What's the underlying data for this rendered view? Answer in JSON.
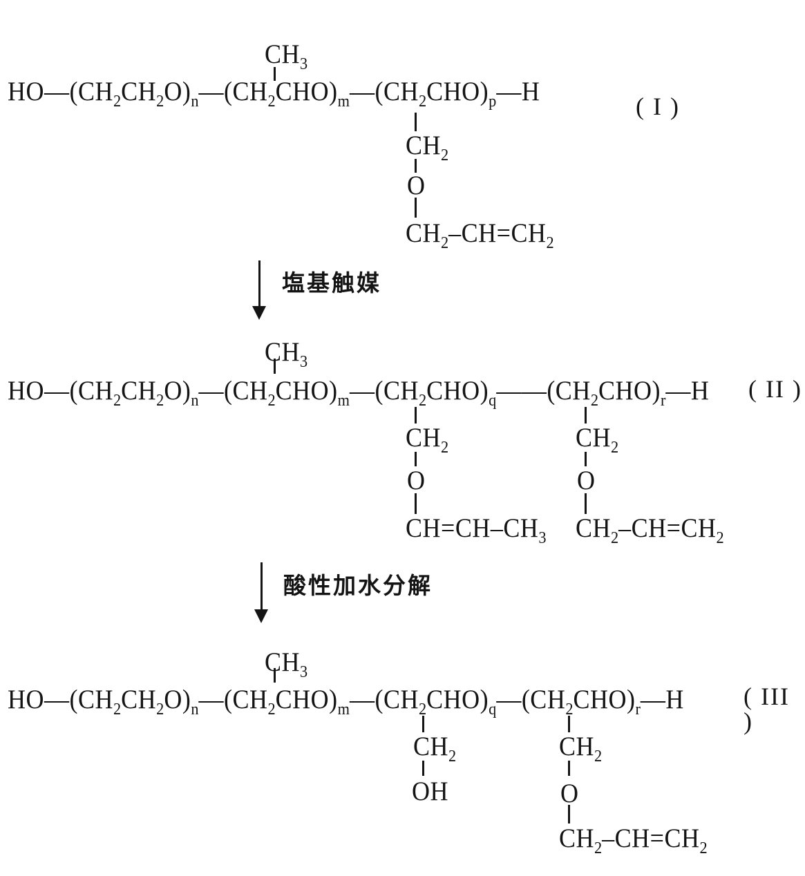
{
  "colors": {
    "background": "#ffffff",
    "ink": "#141414"
  },
  "scheme": {
    "structures": [
      {
        "id": "I",
        "label": "( I )",
        "methyl": "CH_3",
        "chain": "HO—(CH_2CH_2O)_n—(CH_2CHO)_m—(CH_2CHO)_p—H",
        "pendants": [
          {
            "position": "p-unit",
            "groups": [
              "CH_2",
              "O",
              "CH_2–CH=CH_2"
            ]
          }
        ]
      },
      {
        "id": "II",
        "label": "( II )",
        "methyl": "CH_3",
        "chain": "HO—(CH_2CH_2O)_n—(CH_2CHO)_m—(CH_2CHO)_q——(CH_2CHO)_r—H",
        "pendants": [
          {
            "position": "q-unit",
            "groups": [
              "CH_2",
              "O",
              "CH=CH–CH_3"
            ]
          },
          {
            "position": "r-unit",
            "groups": [
              "CH_2",
              "O",
              "CH_2–CH=CH_2"
            ]
          }
        ]
      },
      {
        "id": "III",
        "label": "( III )",
        "methyl": "CH_3",
        "chain": "HO—(CH_2CH_2O)_n—(CH_2CHO)_m—(CH_2CHO)_q—(CH_2CHO)_r—H",
        "pendants": [
          {
            "position": "q-unit",
            "groups": [
              "CH_2",
              "OH"
            ]
          },
          {
            "position": "r-unit",
            "groups": [
              "CH_2",
              "O",
              "CH_2–CH=CH_2"
            ]
          }
        ]
      }
    ],
    "arrows": [
      {
        "label": "塩基触媒"
      },
      {
        "label": "酸性加水分解"
      }
    ]
  }
}
